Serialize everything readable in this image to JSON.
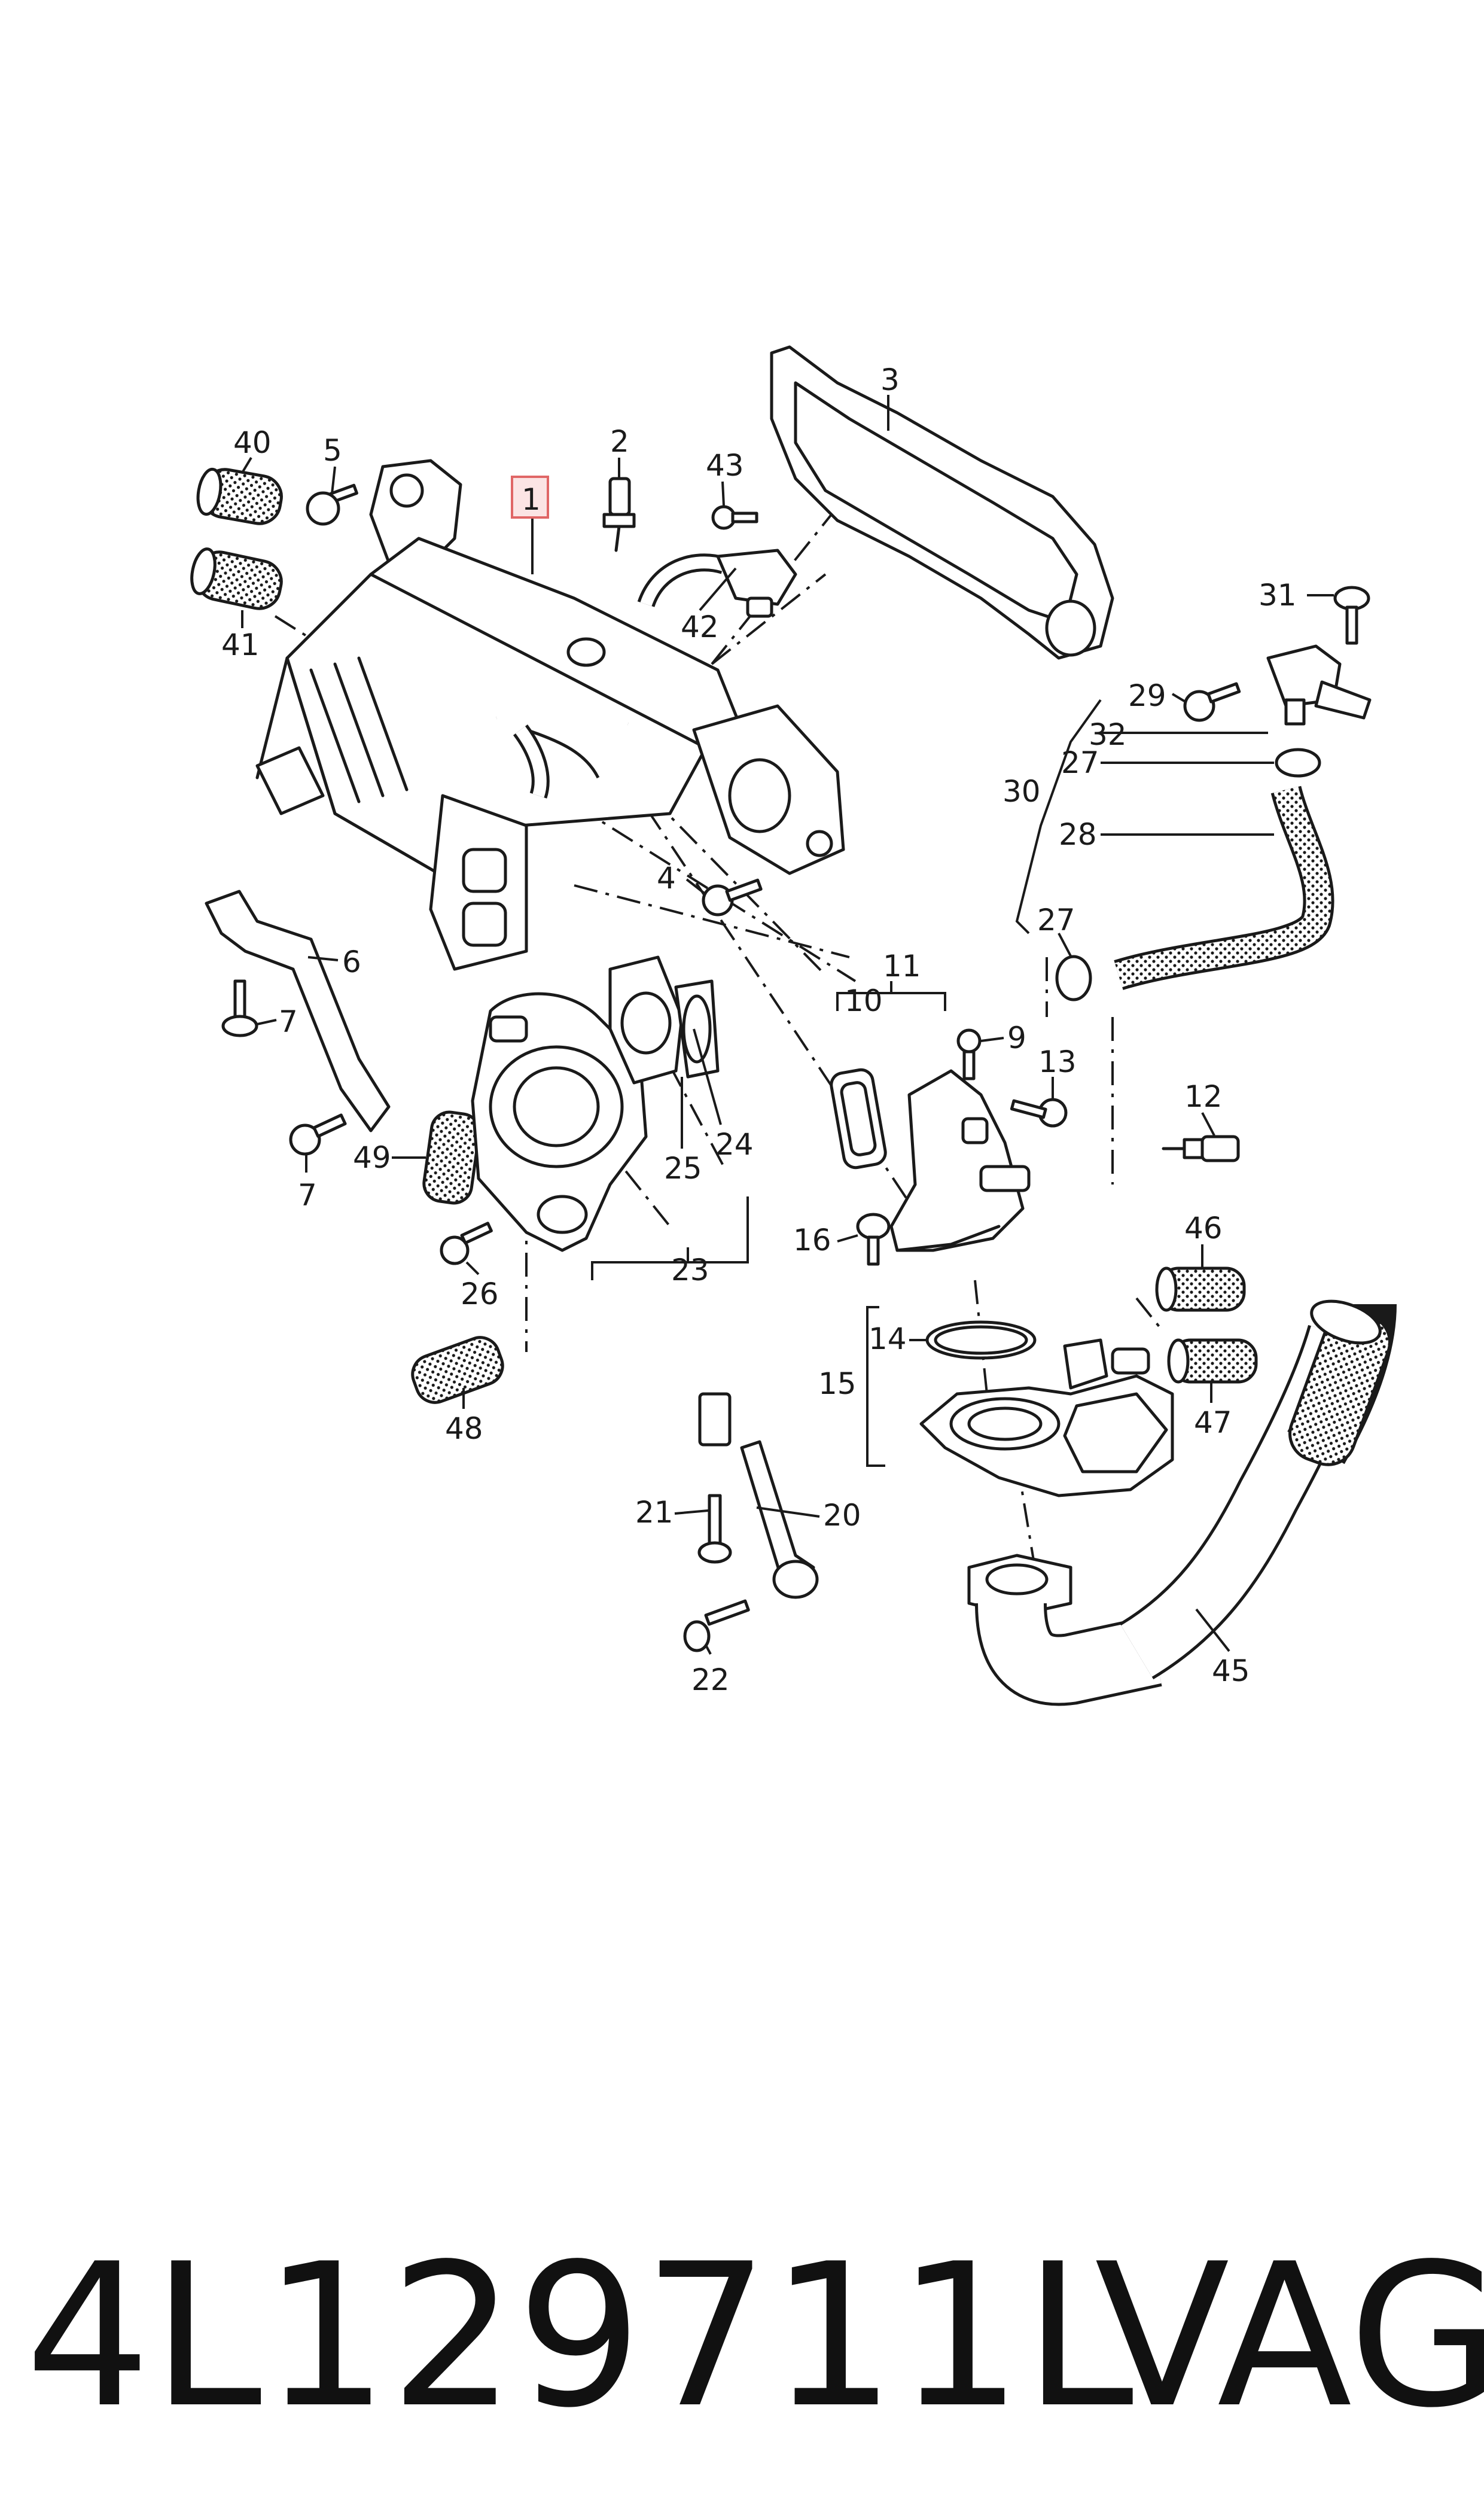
{
  "caption": {
    "part_number": "4L129711L",
    "brand": "VAG"
  },
  "highlight_color": "#e06666",
  "callouts": [
    {
      "id": "c1",
      "label": "1",
      "highlighted": true
    },
    {
      "id": "c2",
      "label": "2"
    },
    {
      "id": "c3",
      "label": "3"
    },
    {
      "id": "c4",
      "label": "4"
    },
    {
      "id": "c5",
      "label": "5"
    },
    {
      "id": "c6",
      "label": "6"
    },
    {
      "id": "c7a",
      "label": "7"
    },
    {
      "id": "c7b",
      "label": "7"
    },
    {
      "id": "c9",
      "label": "9"
    },
    {
      "id": "c10",
      "label": "10"
    },
    {
      "id": "c11",
      "label": "11"
    },
    {
      "id": "c12",
      "label": "12"
    },
    {
      "id": "c13",
      "label": "13"
    },
    {
      "id": "c14",
      "label": "14"
    },
    {
      "id": "c15",
      "label": "15"
    },
    {
      "id": "c16",
      "label": "16"
    },
    {
      "id": "c20",
      "label": "20"
    },
    {
      "id": "c21",
      "label": "21"
    },
    {
      "id": "c22",
      "label": "22"
    },
    {
      "id": "c23",
      "label": "23"
    },
    {
      "id": "c24",
      "label": "24"
    },
    {
      "id": "c25",
      "label": "25"
    },
    {
      "id": "c26",
      "label": "26"
    },
    {
      "id": "c27a",
      "label": "27"
    },
    {
      "id": "c27b",
      "label": "27"
    },
    {
      "id": "c28",
      "label": "28"
    },
    {
      "id": "c29",
      "label": "29"
    },
    {
      "id": "c30",
      "label": "30"
    },
    {
      "id": "c31",
      "label": "31"
    },
    {
      "id": "c32",
      "label": "32"
    },
    {
      "id": "c40",
      "label": "40"
    },
    {
      "id": "c41",
      "label": "41"
    },
    {
      "id": "c42",
      "label": "42"
    },
    {
      "id": "c43",
      "label": "43"
    },
    {
      "id": "c45",
      "label": "45"
    },
    {
      "id": "c46",
      "label": "46"
    },
    {
      "id": "c47",
      "label": "47"
    },
    {
      "id": "c48",
      "label": "48"
    },
    {
      "id": "c49",
      "label": "49"
    }
  ]
}
